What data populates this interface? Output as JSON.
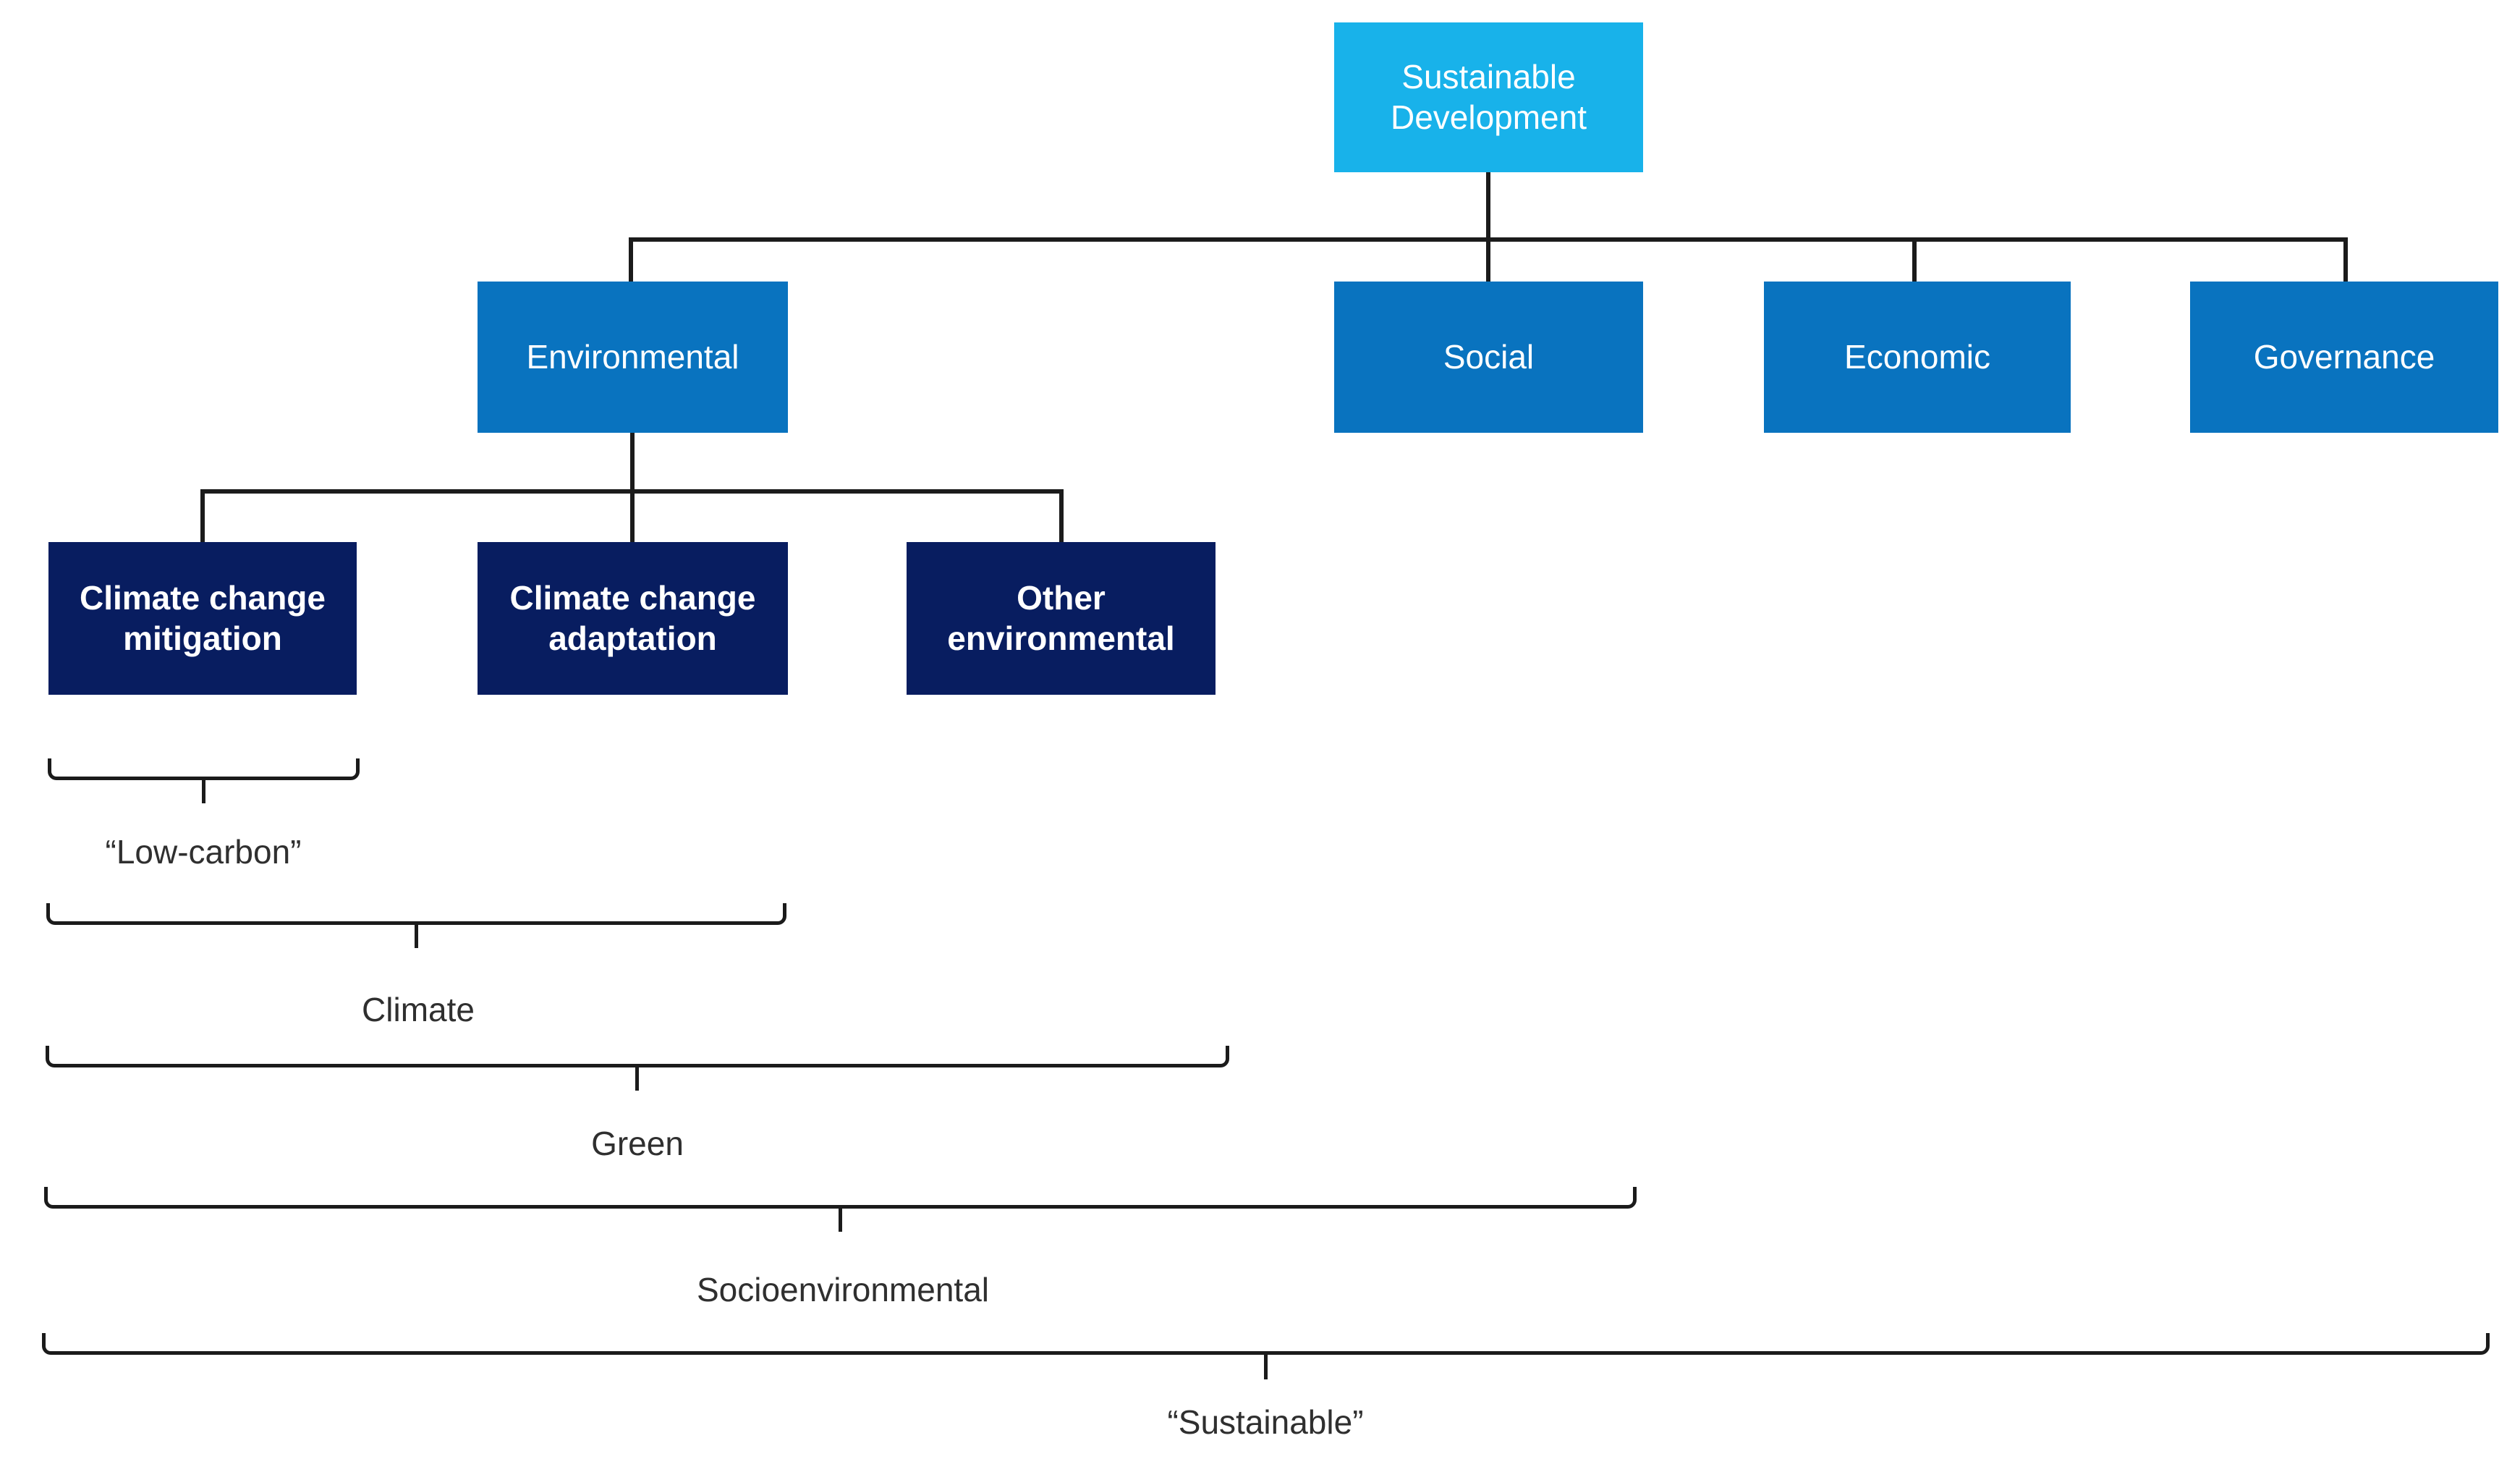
{
  "colors": {
    "root_fill": "#18b2ea",
    "level2_fill": "#0973bf",
    "level3_fill": "#081d60",
    "line": "#1b1b1b",
    "bracket_label_text": "#2f2f2f",
    "node_text": "#ffffff"
  },
  "tree": {
    "root": {
      "label": "Sustainable Development"
    },
    "level2": [
      {
        "label": "Environmental"
      },
      {
        "label": "Social"
      },
      {
        "label": "Economic"
      },
      {
        "label": "Governance"
      }
    ],
    "level3": [
      {
        "label": "Climate change mitigation"
      },
      {
        "label": "Climate change adaptation"
      },
      {
        "label": "Other environmental"
      }
    ]
  },
  "brackets": [
    {
      "label": "“Low-carbon”"
    },
    {
      "label": "Climate"
    },
    {
      "label": "Green"
    },
    {
      "label": "Socioenvironmental"
    },
    {
      "label": "“Sustainable”"
    }
  ]
}
